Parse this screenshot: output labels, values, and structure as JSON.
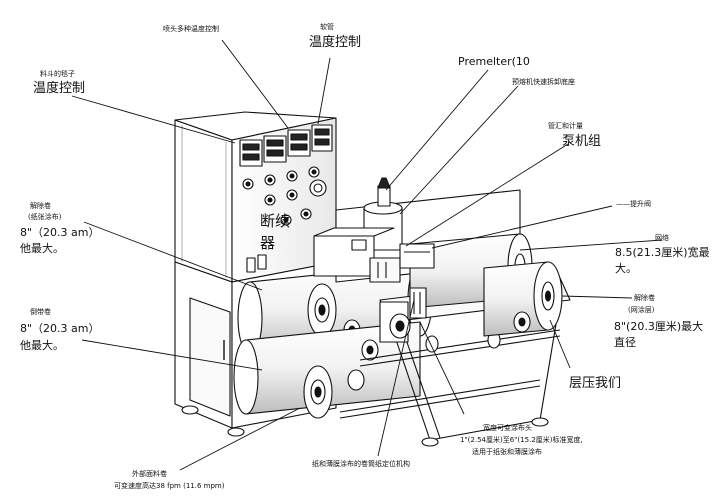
{
  "labels": {
    "nozzle_small": "喷头多种温度控制",
    "hose_small": "软管",
    "hose_temp": "温度控制",
    "hopper_small": "料斗的毯子",
    "hopper_temp": "温度控制",
    "premelter": "Premelter(10",
    "premelter_note": "预熔机快速拆卸底座",
    "pump_small": "管汇和计量",
    "pump_group": "泵机组",
    "lift_valve": "——提升阀",
    "unwind_small": "解除卷",
    "unwind_sub": "(纸张涂布)",
    "unwind_size": "8\"（20.3 am）",
    "unwind_max": "他最大。",
    "intermittent": "断续",
    "intermittent_2": "器",
    "rewind_small": "倒带卷",
    "rewind_size": "8\"（20.3 am）",
    "rewind_max": "他最大。",
    "web_small": "网络",
    "web_size": "8.5(21.3厘米)宽最",
    "web_max": "大。",
    "unwind_right_small": "解除卷",
    "unwind_right_sub": "(网涂层)",
    "unwind_right_size": "8\"(20.3厘米)最大",
    "unwind_right_diam": "直径",
    "lamination": "层压我们",
    "coat_small_1": "宽度可变涂布头",
    "coat_small_2": "1\"(2.54厘米)至6\"(15.2厘米)标准宽度,",
    "coat_small_3": "适用于纸张和薄膜涂布",
    "web_position": "纸和薄膜涂布的卷筒纸定位机构",
    "speed_small": "外部面料卷",
    "speed": "可变速度高达38 fpm (11.6 mpm)"
  }
}
